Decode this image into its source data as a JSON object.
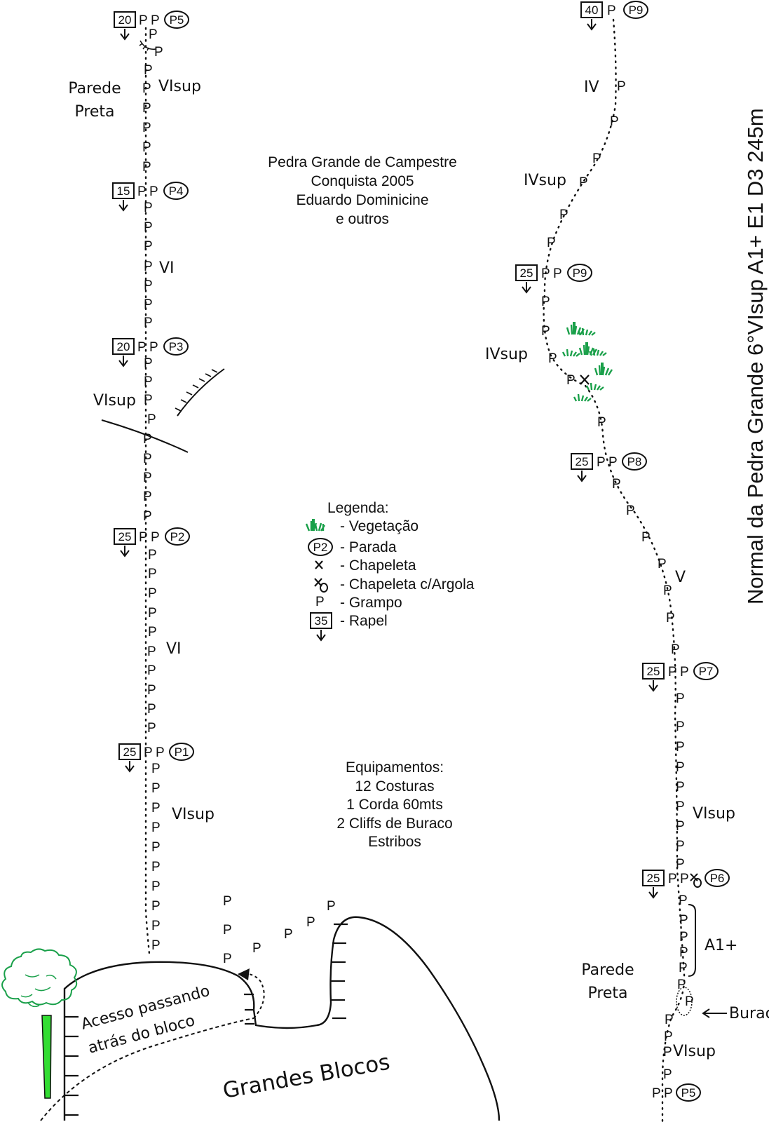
{
  "title": "Normal da Pedra Grande  6°VIsup A1+ E1 D3 245m",
  "credits": [
    "Pedra Grande de Campestre",
    "Conquista 2005",
    "Eduardo Dominicine",
    "e outros"
  ],
  "legend": {
    "heading": "Legenda:",
    "items": [
      {
        "symbol": "vegetation",
        "label": "- Vegetação"
      },
      {
        "symbol": "stop",
        "symbol_text": "P2",
        "label": "- Parada"
      },
      {
        "symbol": "x",
        "label": "- Chapeleta"
      },
      {
        "symbol": "xo",
        "label": "- Chapeleta c/Argola"
      },
      {
        "symbol": "P",
        "label": "- Grampo"
      },
      {
        "symbol": "rappel",
        "symbol_text": "35",
        "label": "- Rapel"
      }
    ]
  },
  "equipment": {
    "heading": "Equipamentos:",
    "items": [
      "12 Costuras",
      "1 Corda 60mts",
      "2 Cliffs de Buraco",
      "Estribos"
    ]
  },
  "left_column": {
    "stops": [
      {
        "id": "P5",
        "rappel": "20"
      },
      {
        "id": "P4",
        "rappel": "15"
      },
      {
        "id": "P3",
        "rappel": "20"
      },
      {
        "id": "P2",
        "rappel": "25"
      },
      {
        "id": "P1",
        "rappel": "25"
      }
    ],
    "grades": [
      "VIsup",
      "VI",
      "VIsup",
      "VI",
      "VIsup"
    ],
    "wall_label": [
      "Parede",
      "Preta"
    ]
  },
  "right_column": {
    "stops": [
      {
        "id": "P9",
        "rappel": "40"
      },
      {
        "id": "P9",
        "rappel": "25"
      },
      {
        "id": "P8",
        "rappel": "25"
      },
      {
        "id": "P7",
        "rappel": "25"
      },
      {
        "id": "P6",
        "rappel": "25"
      },
      {
        "id": "P5"
      }
    ],
    "grades": [
      "IV",
      "IVsup",
      "IVsup",
      "V",
      "VIsup",
      "A1+",
      "VIsup"
    ],
    "wall_label": [
      "Parede",
      "Preta"
    ],
    "hole_label": "Buraco"
  },
  "base": {
    "access_label": [
      "Acesso passando",
      "atrás do bloco"
    ],
    "blocks_label": "Grandes Blocos"
  },
  "symbols": {
    "bolt": "P",
    "bolt_x": "x",
    "bolt_xo": "xo"
  },
  "colors": {
    "ink": "#111111",
    "vegetation": "#1aa04a",
    "tree_trunk": "#33dd33",
    "tree_canopy": "#1aa04a"
  }
}
